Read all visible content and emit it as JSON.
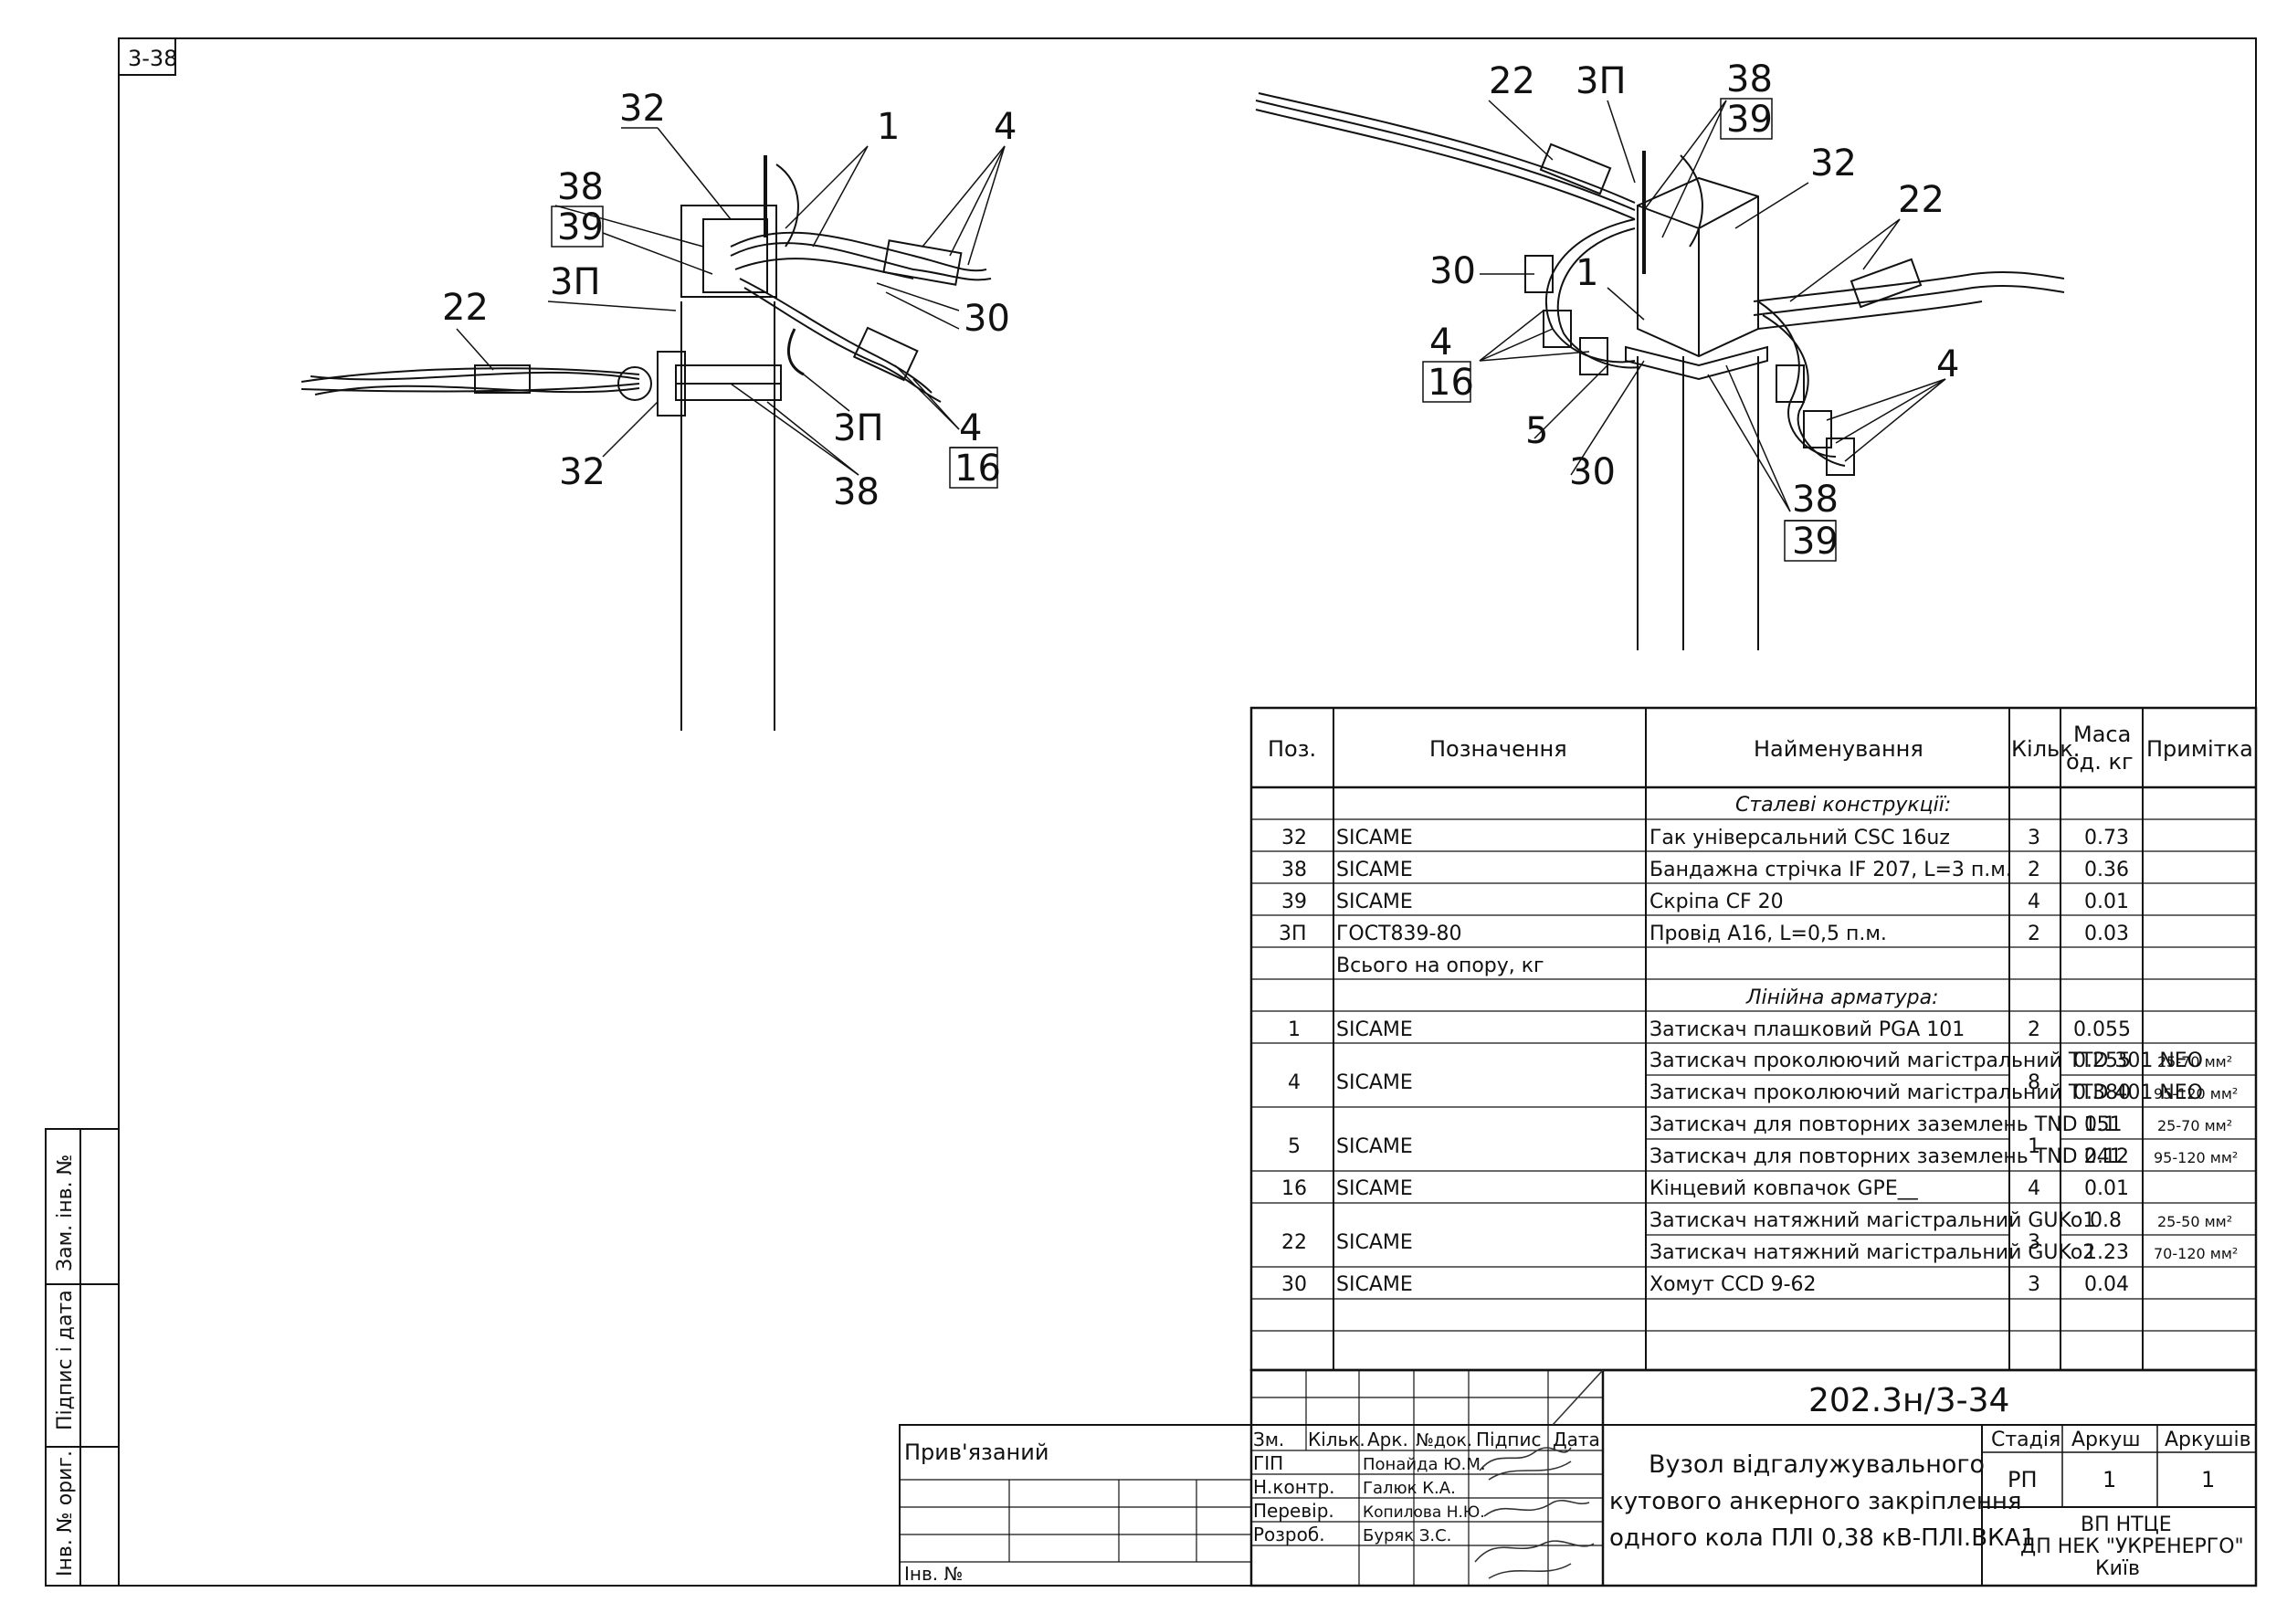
{
  "sheet_code": "3-38",
  "left_view_labels": [
    {
      "id": "l32a",
      "text": "32"
    },
    {
      "id": "l1",
      "text": "1"
    },
    {
      "id": "l4a",
      "text": "4"
    },
    {
      "id": "l38",
      "text": "38"
    },
    {
      "id": "l39",
      "text": "39"
    },
    {
      "id": "l3p",
      "text": "3П"
    },
    {
      "id": "l22",
      "text": "22"
    },
    {
      "id": "l30",
      "text": "30"
    },
    {
      "id": "l3pb",
      "text": "3П"
    },
    {
      "id": "l4b",
      "text": "4"
    },
    {
      "id": "l16",
      "text": "16"
    },
    {
      "id": "l32b",
      "text": "32"
    },
    {
      "id": "l38b",
      "text": "38"
    }
  ],
  "right_view_labels": [
    {
      "id": "r22a",
      "text": "22"
    },
    {
      "id": "r3p",
      "text": "3П"
    },
    {
      "id": "r38",
      "text": "38"
    },
    {
      "id": "r39",
      "text": "39"
    },
    {
      "id": "r32",
      "text": "32"
    },
    {
      "id": "r22b",
      "text": "22"
    },
    {
      "id": "r30",
      "text": "30"
    },
    {
      "id": "r1",
      "text": "1"
    },
    {
      "id": "r4",
      "text": "4"
    },
    {
      "id": "r16",
      "text": "16"
    },
    {
      "id": "r4b",
      "text": "4"
    },
    {
      "id": "r5",
      "text": "5"
    },
    {
      "id": "r30b",
      "text": "30"
    },
    {
      "id": "r38b",
      "text": "38"
    },
    {
      "id": "r39b",
      "text": "39"
    }
  ],
  "table": {
    "headers": {
      "pos": "Поз.",
      "designation": "Позначення",
      "name": "Найменування",
      "qty": "Кільк.",
      "mass": "Маса од. кг",
      "mass1": "Маса",
      "mass2": "од. кг",
      "note": "Примітка"
    },
    "section_steel": "Сталеві конструкції:",
    "section_line": "Лінійна арматура:",
    "rows_steel": [
      {
        "pos": "32",
        "des": "SICAME",
        "name": "Гак універсальний CSC 16uz",
        "qty": "3",
        "mass": "0.73",
        "note": ""
      },
      {
        "pos": "38",
        "des": "SICAME",
        "name": "Бандажна стрічка IF 207, L=3 п.м.",
        "qty": "2",
        "mass": "0.36",
        "note": ""
      },
      {
        "pos": "39",
        "des": "SICAME",
        "name": "Скріпа CF 20",
        "qty": "4",
        "mass": "0.01",
        "note": ""
      },
      {
        "pos": "3П",
        "des": "ГОСТ839-80",
        "name": "Провід А16, L=0,5 п.м.",
        "qty": "2",
        "mass": "0.03",
        "note": ""
      }
    ],
    "total_label": "Всього на опору, кг",
    "rows_line": [
      {
        "pos": "1",
        "des": "SICAME",
        "name": "Затискач плашковий PGA 101",
        "qty": "2",
        "mass": "0.055",
        "note": ""
      },
      {
        "pos": "4",
        "des": "SICAME",
        "name": "Затискач проколюючий магістральний TTD 301 NEO",
        "qty": "8",
        "mass": "0.255",
        "note": "25-70 мм²"
      },
      {
        "pos": "",
        "des": "",
        "name": "Затискач проколюючий магістральний TTD 401 NEO",
        "qty": "",
        "mass": "0.380",
        "note": "95-120 мм²"
      },
      {
        "pos": "5",
        "des": "SICAME",
        "name": "Затискач для повторних заземлень TND 151",
        "qty": "1",
        "mass": "0.1",
        "note": "25-70 мм²"
      },
      {
        "pos": "",
        "des": "",
        "name": "Затискач для повторних заземлень TND 241",
        "qty": "",
        "mass": "0.12",
        "note": "95-120 мм²"
      },
      {
        "pos": "16",
        "des": "SICAME",
        "name": "Кінцевий ковпачок GPE__",
        "qty": "4",
        "mass": "0.01",
        "note": ""
      },
      {
        "pos": "22",
        "des": "SICAME",
        "name": "Затискач натяжний магістральний GUKo1",
        "qty": "3",
        "mass": "0.8",
        "note": "25-50 мм²"
      },
      {
        "pos": "",
        "des": "",
        "name": "Затискач натяжний магістральний GUKo2",
        "qty": "",
        "mass": "1.23",
        "note": "70-120 мм²"
      },
      {
        "pos": "30",
        "des": "SICAME",
        "name": "Хомут CCD 9-62",
        "qty": "3",
        "mass": "0.04",
        "note": ""
      }
    ]
  },
  "title_block": {
    "doc_number": "202.3н/3-34",
    "title_line1": "Вузол відгалужувального",
    "title_line2": "кутового анкерного закріплення",
    "title_line3": "одного кола ПЛІ 0,38 кВ-ПЛІ.ВКА1",
    "headers": [
      "Зм.",
      "Кільк.",
      "Арк.",
      "№док.",
      "Підпис",
      "Дата"
    ],
    "roles": [
      {
        "role": "ГІП",
        "name": "Понайда Ю.М."
      },
      {
        "role": "Н.контр.",
        "name": "Галюк К.А."
      },
      {
        "role": "Перевір.",
        "name": "Копилова Н.Ю."
      },
      {
        "role": "Розроб.",
        "name": "Буряк З.С."
      }
    ],
    "stage_label": "Стадія",
    "sheet_label": "Аркуш",
    "sheets_label": "Аркушів",
    "stage": "РП",
    "sheet": "1",
    "sheets": "1",
    "org_line1": "ВП НТЦЕ",
    "org_line2": "ДП НЕК \"УКРЕНЕРГО\"",
    "org_line3": "Київ",
    "linked_label": "Прив'язаний",
    "inv_label": "Інв. №"
  },
  "side_stamps": {
    "zam": "Зам. інв. №",
    "pidpys": "Підпис і дата",
    "inv_orig": "Інв. № ориг."
  }
}
